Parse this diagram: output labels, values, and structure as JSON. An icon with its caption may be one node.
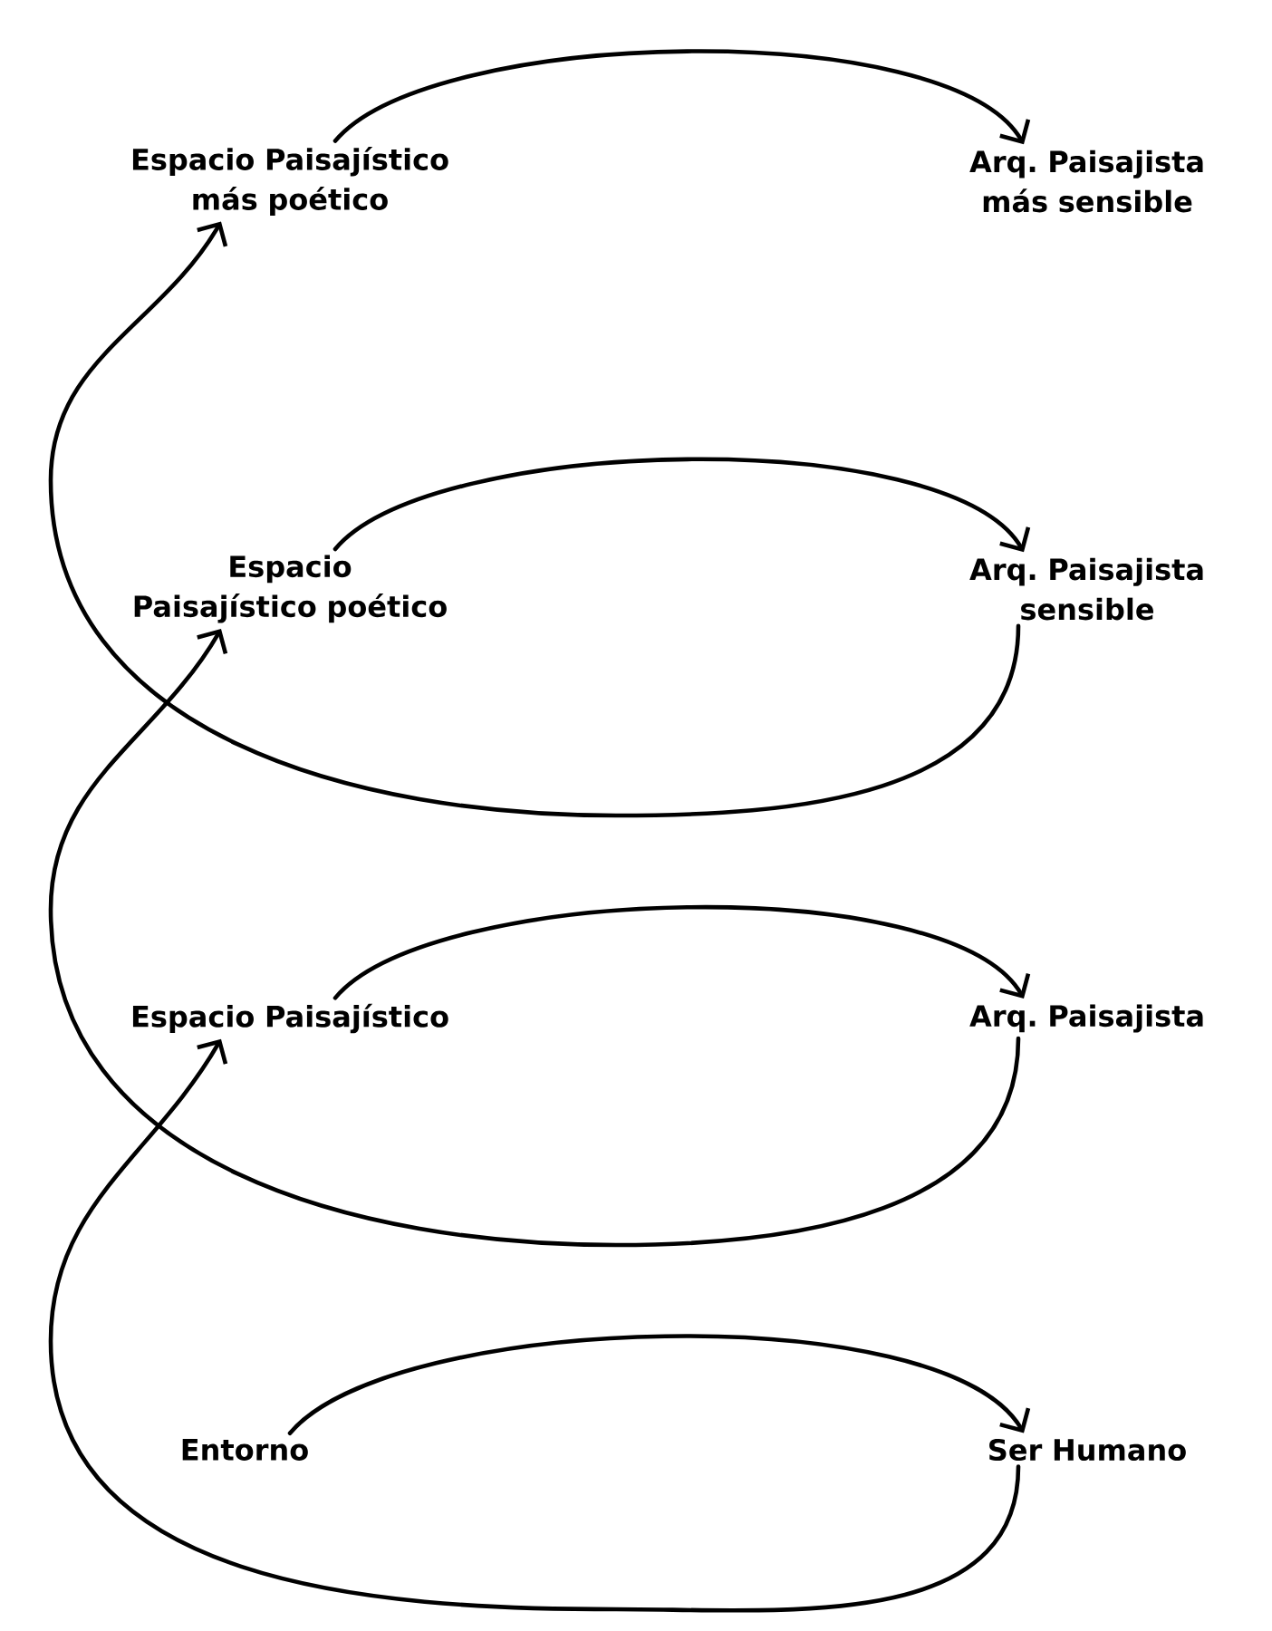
{
  "diagram": {
    "nodes": [
      {
        "text": [
          "Espacio Paisajístico más poético"
        ]
      },
      {
        "text": [
          "Arq. Paisajista más sensible"
        ]
      },
      {
        "text": [
          "Espacio Paisajístico poético"
        ]
      },
      {
        "text": [
          "Arq. Paisajista sensible"
        ]
      },
      {
        "text": [
          "Espacio Paisajístico"
        ]
      },
      {
        "text": [
          "Arq. Paisajista"
        ]
      },
      {
        "text": [
          "Entorno"
        ]
      },
      {
        "text": [
          "Ser Humano"
        ]
      }
    ],
    "edges": [
      {
        "from": 0,
        "to": 1,
        "arrow": "to"
      },
      {
        "from": 2,
        "to": 3,
        "arrow": "to"
      },
      {
        "from": 3,
        "to": 0,
        "arrow": "to"
      },
      {
        "from": 4,
        "to": 5,
        "arrow": "to"
      },
      {
        "from": 5,
        "to": 2,
        "arrow": "to"
      },
      {
        "from": 6,
        "to": 7,
        "arrow": "to"
      },
      {
        "from": 7,
        "to": 4,
        "arrow": "to"
      }
    ]
  }
}
